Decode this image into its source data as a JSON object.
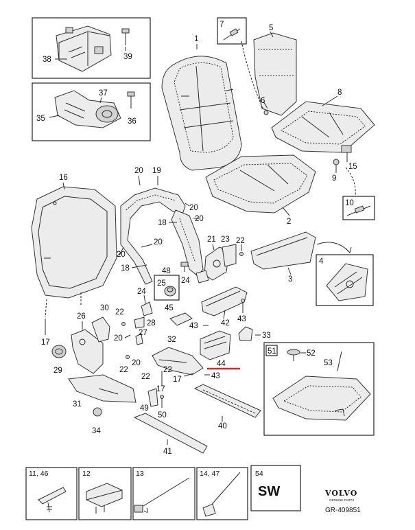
{
  "diagram": {
    "highlight_color": "#d9232e",
    "labels": {
      "p1": "1",
      "p2": "2",
      "p3": "3",
      "p4": "4",
      "p5": "5",
      "p6": "6",
      "p7": "7",
      "p8": "8",
      "p9": "9",
      "p10": "10",
      "p15": "15",
      "p16": "16",
      "p17a": "17",
      "p17b": "17",
      "p17c": "17",
      "p18a": "18",
      "p18b": "18",
      "p19": "19",
      "p20a": "20",
      "p20b": "20",
      "p20c": "20",
      "p20d": "20",
      "p20e": "20",
      "p20f": "20",
      "p20g": "20",
      "p21": "21",
      "p22a": "22",
      "p22b": "22",
      "p22c": "22",
      "p22d": "22",
      "p22e": "22",
      "p23": "23",
      "p24a": "24",
      "p24b": "24",
      "p25": "25",
      "p26": "26",
      "p27": "27",
      "p28": "28",
      "p29": "29",
      "p30": "30",
      "p31": "31",
      "p32": "32",
      "p33": "33",
      "p34": "34",
      "p35": "35",
      "p36": "36",
      "p37": "37",
      "p38": "38",
      "p39": "39",
      "p40": "40",
      "p41": "41",
      "p42": "42",
      "p43a": "43",
      "p43b": "43",
      "p43c": "43",
      "p44": "44",
      "p45": "45",
      "p48": "48",
      "p49": "49",
      "p50": "50",
      "p51": "51",
      "p52": "52",
      "p53": "53"
    },
    "legend": [
      {
        "label": "11, 46",
        "icon": "clip-icon"
      },
      {
        "label": "12",
        "icon": "clamp-icon"
      },
      {
        "label": "13",
        "icon": "cable-tie-icon"
      },
      {
        "label": "14, 47",
        "icon": "cable-tie-mount-icon"
      },
      {
        "label": "54",
        "text": "SW"
      }
    ],
    "brand": "VOLVO",
    "brand_sub": "GENUINE PARTS",
    "ref": "GR-409851"
  }
}
